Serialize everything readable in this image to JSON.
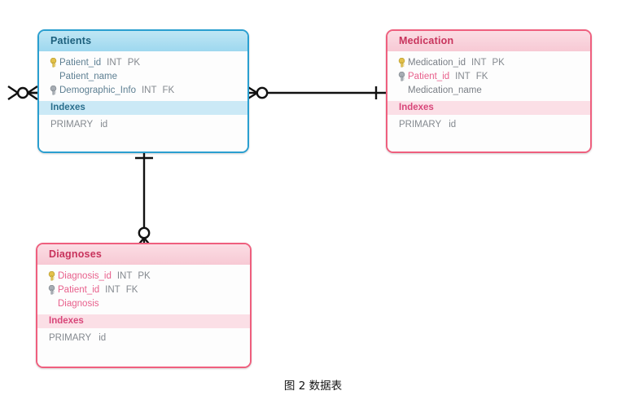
{
  "diagram": {
    "caption": "图 2 数据表",
    "background": "#ffffff",
    "colors": {
      "blue_border": "#2a9fd0",
      "blue_header": "#9ed8ef",
      "blue_index": "#cbe9f6",
      "blue_footer": "#7fd0ef",
      "pink_border": "#ef5f7e",
      "pink_header": "#f7c9d4",
      "pink_index": "#fbdfe6",
      "pink_footer": "#f79fb2",
      "pk_key_icon": "#e3c14a",
      "fk_key_icon": "#9aa0a6",
      "text_gray": "#84898f",
      "text_pink": "#e8608c",
      "connector": "#111111"
    },
    "entities": [
      {
        "id": "patients",
        "title": "Patients",
        "theme": "blue",
        "columns": [
          {
            "key": "pk",
            "name": "Patient_id",
            "type": "INT",
            "flag": "PK"
          },
          {
            "key": "none",
            "name": "Patient_name",
            "type": "",
            "flag": ""
          },
          {
            "key": "fk",
            "name": "Demographic_Info",
            "type": "INT",
            "flag": "FK"
          }
        ],
        "indexes_label": "Indexes",
        "indexes": [
          {
            "name": "PRIMARY",
            "column": "id"
          }
        ]
      },
      {
        "id": "medication",
        "title": "Medication",
        "theme": "pink",
        "columns": [
          {
            "key": "pk",
            "name": "Medication_id",
            "type": "INT",
            "flag": "PK"
          },
          {
            "key": "fk",
            "name": "Patient_id",
            "type": "INT",
            "flag": "FK",
            "accent": "pink"
          },
          {
            "key": "none",
            "name": "Medication_name",
            "type": "",
            "flag": ""
          }
        ],
        "indexes_label": "Indexes",
        "indexes": [
          {
            "name": "PRIMARY",
            "column": "id"
          }
        ]
      },
      {
        "id": "diagnoses",
        "title": "Diagnoses",
        "theme": "pink",
        "columns": [
          {
            "key": "pk",
            "name": "Diagnosis_id",
            "type": "INT",
            "flag": "PK"
          },
          {
            "key": "fk",
            "name": "Patient_id",
            "type": "INT",
            "flag": "FK"
          },
          {
            "key": "none",
            "name": "Diagnosis",
            "type": "",
            "flag": ""
          }
        ],
        "indexes_label": "Indexes",
        "indexes": [
          {
            "name": "PRIMARY",
            "column": "id"
          }
        ]
      }
    ],
    "relationships": [
      {
        "id": "patients-medication",
        "from": "patients",
        "to": "medication",
        "from_cardinality": "zero-or-many",
        "to_cardinality": "one"
      },
      {
        "id": "patients-diagnoses",
        "from": "patients",
        "to": "diagnoses",
        "from_cardinality": "one",
        "to_cardinality": "zero-or-many"
      },
      {
        "id": "patients-self-left",
        "from": "patients",
        "to": "patients",
        "from_cardinality": "zero-or-many",
        "to_cardinality": "many"
      }
    ]
  }
}
